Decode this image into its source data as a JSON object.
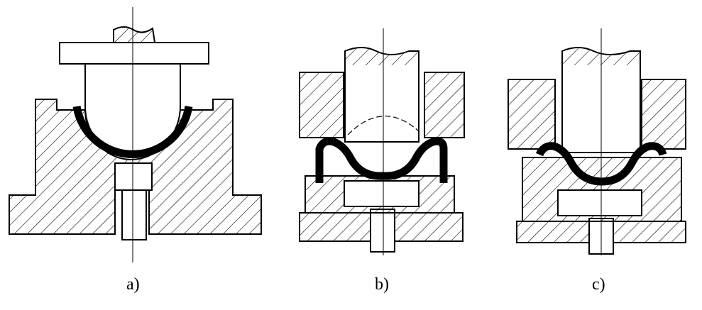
{
  "captions": {
    "a": "a)",
    "b": "b)",
    "c": "c)"
  },
  "colors": {
    "line": "#000000",
    "part": "#000000",
    "background": "#ffffff"
  }
}
